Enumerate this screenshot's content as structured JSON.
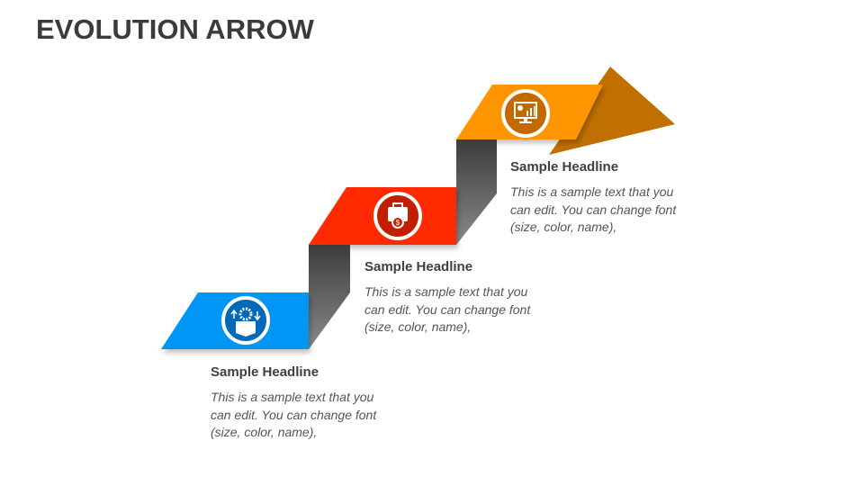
{
  "title": "EVOLUTION ARROW",
  "colors": {
    "blue": "#0096f5",
    "red": "#ff2a00",
    "orange": "#ff9500",
    "arrowhead": "#c07000",
    "fold": "#5a5a5a"
  },
  "steps": [
    {
      "headline": "Sample Headline",
      "body_lines": [
        "This is a sample text that you",
        "can edit. You can change font",
        "(size, color, name),"
      ],
      "icon": "gear-box-icon"
    },
    {
      "headline": "Sample Headline",
      "body_lines": [
        "This is a sample text that you",
        "can edit. You can change font",
        "(size, color, name),"
      ],
      "icon": "briefcase-money-icon"
    },
    {
      "headline": "Sample Headline",
      "body_lines": [
        "This is a sample text that you",
        "can edit. You can change font",
        "(size, color, name),"
      ],
      "icon": "monitor-chart-icon"
    }
  ]
}
